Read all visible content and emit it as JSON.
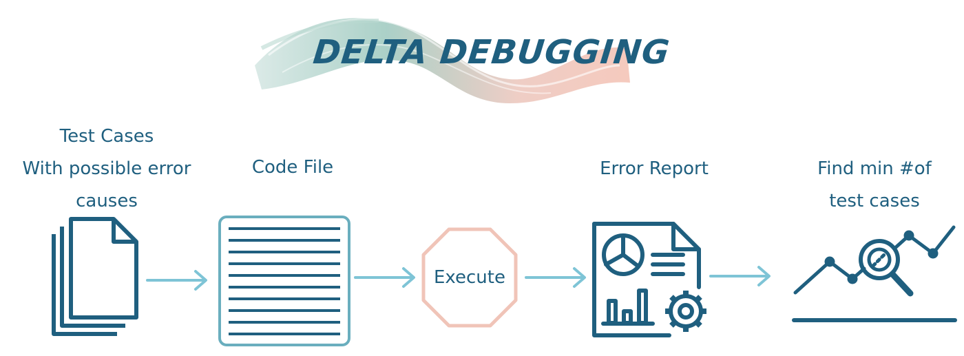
{
  "title": "DELTA DEBUGGING",
  "steps": [
    {
      "lines": [
        "Test Cases",
        "With possible error",
        "causes"
      ]
    },
    {
      "lines": [
        "Code File"
      ]
    },
    {
      "lines": [
        "Execute"
      ]
    },
    {
      "lines": [
        "Error Report"
      ]
    },
    {
      "lines": [
        "Find min #of",
        "test cases"
      ]
    }
  ],
  "colors": {
    "primary": "#1f5f7f",
    "arrow": "#7ec4d6",
    "octagon": "#f0c4b8",
    "code_border": "#6aaebe",
    "brush_teal": "#8fc1b5",
    "brush_pink": "#eeb3a6"
  },
  "icons": [
    "documents-icon",
    "code-file-icon",
    "octagon-shape",
    "report-icon",
    "search-chart-icon"
  ]
}
